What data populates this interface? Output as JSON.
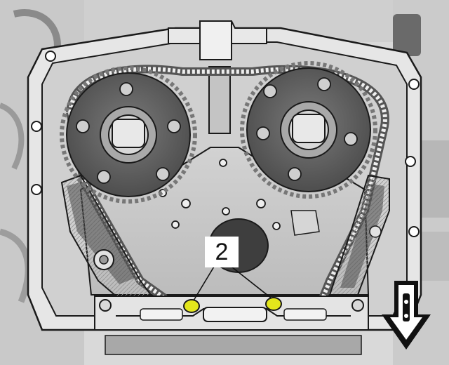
{
  "figure": {
    "callout_label": "2",
    "colors": {
      "background": "#ffffff",
      "metal_light": "#e3e3e3",
      "metal_mid": "#bdbdbd",
      "metal_dark": "#5c5c5c",
      "sprocket_face": "#5a5a5a",
      "highlight_bolt": "#e3e61c",
      "outline": "#1a1a1a",
      "arrow_fill": "#111111"
    },
    "icons": [
      "removal-direction-arrow-icon",
      "chain-guide-rail",
      "cam-sprocket"
    ]
  }
}
